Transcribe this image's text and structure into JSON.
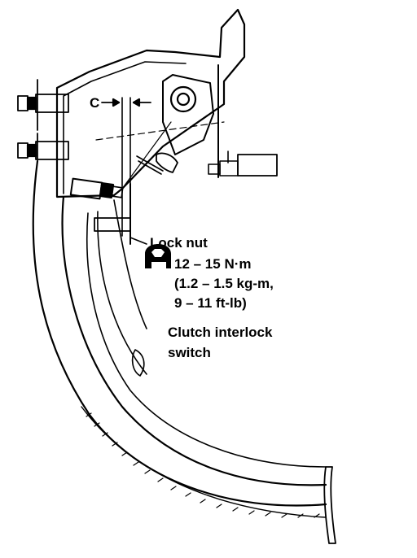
{
  "labels": {
    "clearance": "C",
    "lock_nut": "Lock nut",
    "torque_nm": "12 – 15 N·m",
    "torque_kgm": "(1.2 – 1.5 kg-m,",
    "torque_ftlb": "9 – 11 ft-lb)",
    "switch_line1": "Clutch interlock",
    "switch_line2": "switch"
  },
  "icons": {
    "torque": "torque-wrench-icon"
  },
  "colors": {
    "ink": "#000000",
    "paper": "#ffffff"
  }
}
